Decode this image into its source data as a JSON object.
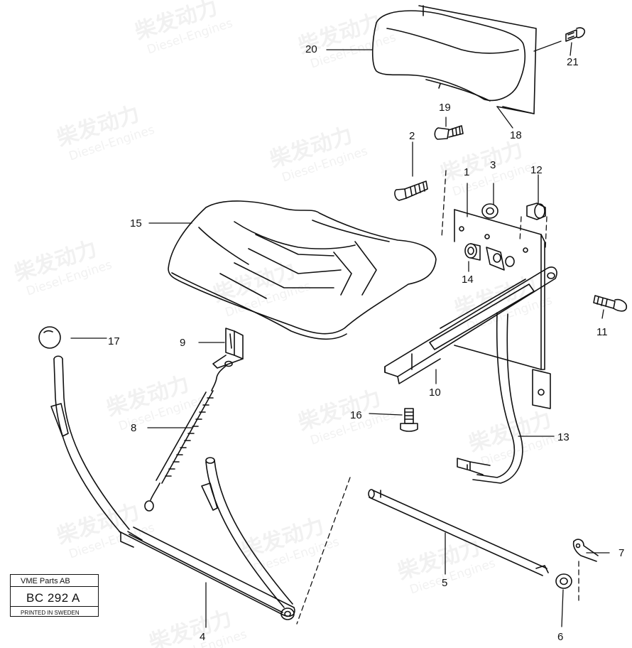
{
  "diagram": {
    "type": "exploded-parts-diagram",
    "callouts": [
      {
        "id": "c20",
        "label": "20"
      },
      {
        "id": "c21",
        "label": "21"
      },
      {
        "id": "c19",
        "label": "19"
      },
      {
        "id": "c18",
        "label": "18"
      },
      {
        "id": "c2",
        "label": "2"
      },
      {
        "id": "c1",
        "label": "1"
      },
      {
        "id": "c3",
        "label": "3"
      },
      {
        "id": "c12",
        "label": "12"
      },
      {
        "id": "c15",
        "label": "15"
      },
      {
        "id": "c14",
        "label": "14"
      },
      {
        "id": "c11",
        "label": "11"
      },
      {
        "id": "c17",
        "label": "17"
      },
      {
        "id": "c9",
        "label": "9"
      },
      {
        "id": "c10",
        "label": "10"
      },
      {
        "id": "c16",
        "label": "16"
      },
      {
        "id": "c13",
        "label": "13"
      },
      {
        "id": "c8",
        "label": "8"
      },
      {
        "id": "c7",
        "label": "7"
      },
      {
        "id": "c5",
        "label": "5"
      },
      {
        "id": "c4",
        "label": "4"
      },
      {
        "id": "c6",
        "label": "6"
      }
    ]
  },
  "title_block": {
    "company": "VME Parts AB",
    "code": "BC 292 A",
    "printed": "PRINTED IN SWEDEN"
  },
  "watermark": {
    "brand_cn": "柴发动力",
    "brand_en": "Diesel-Engines"
  }
}
